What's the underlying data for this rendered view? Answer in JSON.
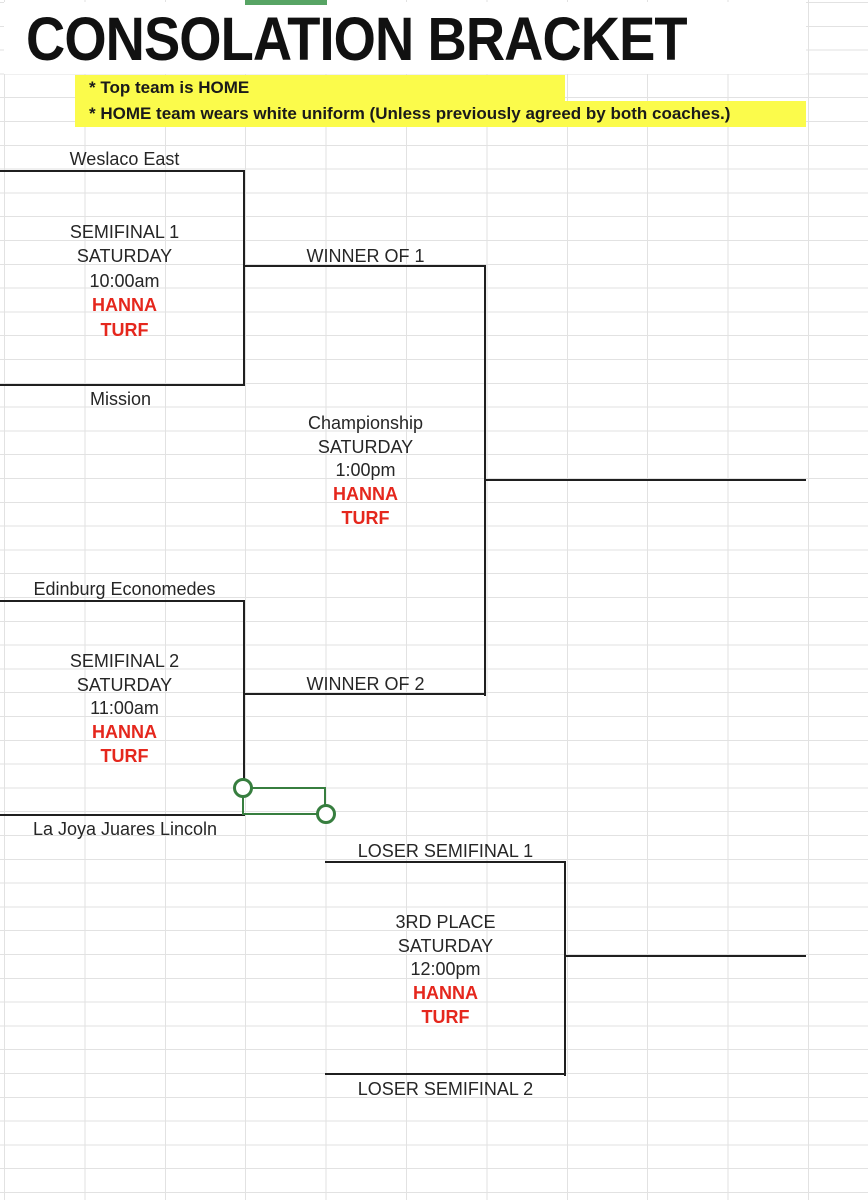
{
  "title": "CONSOLATION BRACKET",
  "notes": {
    "line1": "* Top team is HOME",
    "line2": "* HOME team wears white uniform (Unless previously agreed by both coaches.)",
    "highlight_color": "#fbfb4b"
  },
  "bracket": {
    "teams": {
      "semifinal1_top": "Weslaco East",
      "semifinal1_bottom": "Mission",
      "semifinal2_top": "Edinburg Economedes",
      "semifinal2_bottom": "La Joya Juares Lincoln"
    },
    "matches": {
      "semifinal1": {
        "lines": [
          "SEMIFINAL 1",
          "SATURDAY",
          "10:00am",
          "HANNA",
          "TURF"
        ]
      },
      "championship": {
        "lines": [
          "Championship",
          "SATURDAY",
          "1:00pm",
          "HANNA",
          "TURF"
        ]
      },
      "semifinal2": {
        "lines": [
          "SEMIFINAL 2",
          "SATURDAY",
          "11:00am",
          "HANNA",
          "TURF"
        ]
      },
      "third_place": {
        "lines": [
          "3RD PLACE",
          "SATURDAY",
          "12:00pm",
          "HANNA",
          "TURF"
        ]
      }
    },
    "slots": {
      "winner1": "WINNER OF 1",
      "winner2": "WINNER OF 2",
      "loser_semifinal1": "LOSER SEMIFINAL 1",
      "loser_semifinal2": "LOSER SEMIFINAL 2"
    },
    "venue_color": "#e5271d",
    "line_color": "#1f1f1f"
  },
  "connector": {
    "handle_color": "#377e3f",
    "selection_bar_color": "#57a464"
  }
}
